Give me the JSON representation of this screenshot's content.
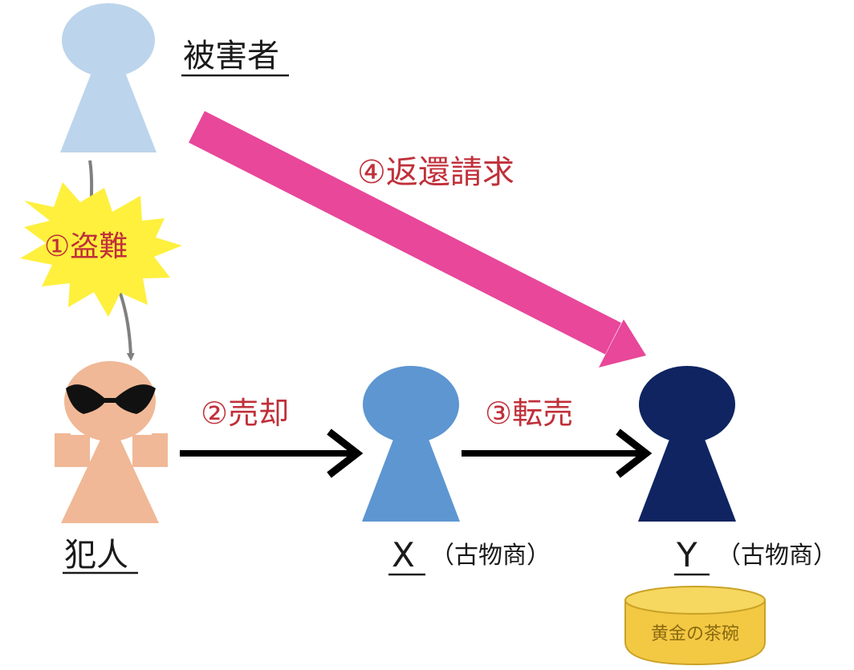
{
  "people": {
    "victim": {
      "label": "被害者",
      "color": "#bcd5ec"
    },
    "thief": {
      "label": "犯人",
      "color": "#f0b896",
      "mask_color": "#111111"
    },
    "x": {
      "label": "X",
      "suffix": "（古物商）",
      "color": "#5d96d1"
    },
    "y": {
      "label": "Y",
      "suffix": "（古物商）",
      "color": "#0f2461"
    }
  },
  "steps": {
    "theft": "①盗難",
    "sale": "②売却",
    "resale": "③転売",
    "claim": "④返還請求"
  },
  "item": {
    "label": "黄金の茶碗",
    "color": "#f3c843"
  },
  "colors": {
    "claim_arrow": "#e8479a",
    "flow_arrow": "#000000",
    "theft_line": "#808080",
    "burst": "#fef03d",
    "step_text": "#c0303a"
  }
}
